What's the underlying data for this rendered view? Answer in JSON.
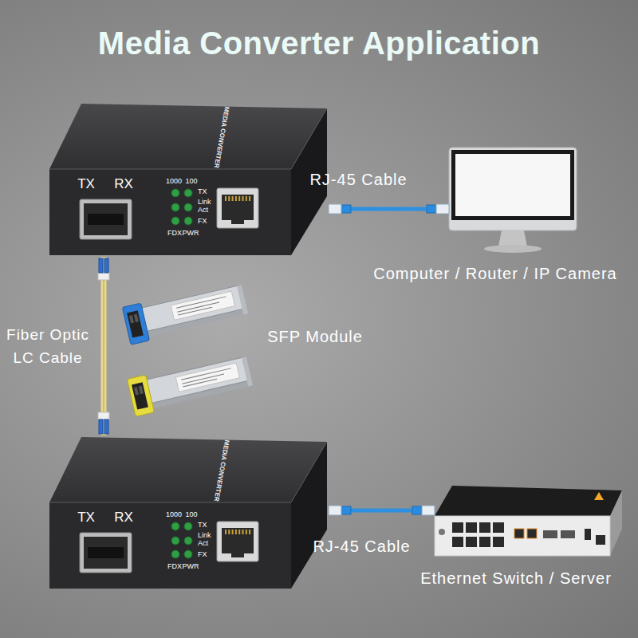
{
  "diagram": {
    "title": "Media Converter Application",
    "nodes": [
      {
        "text": [
          "MEDIA CONVERTER",
          "TX",
          "RX",
          "1000",
          "100",
          "TX",
          "Link Act",
          "FX",
          "FDX",
          "PWR"
        ]
      },
      {
        "text": [
          "Computer / Router / IP Camera"
        ]
      },
      {
        "text": [
          "MEDIA CONVERTER",
          "TX",
          "RX",
          "1000",
          "100",
          "TX",
          "Link Act",
          "FX",
          "FDX",
          "PWR"
        ]
      },
      {
        "text": [
          "Ethernet Switch / Server"
        ]
      }
    ],
    "edges": [
      {
        "from": 0,
        "to": 1,
        "label": "RJ-45 Cable",
        "arrow": "none"
      },
      {
        "from": 0,
        "to": 2,
        "label": "Fiber Optic LC Cable",
        "arrow": "none"
      },
      {
        "from": 2,
        "to": 3,
        "label": "RJ-45 Cable",
        "arrow": "none"
      }
    ],
    "labels": [
      "SFP Module"
    ]
  }
}
